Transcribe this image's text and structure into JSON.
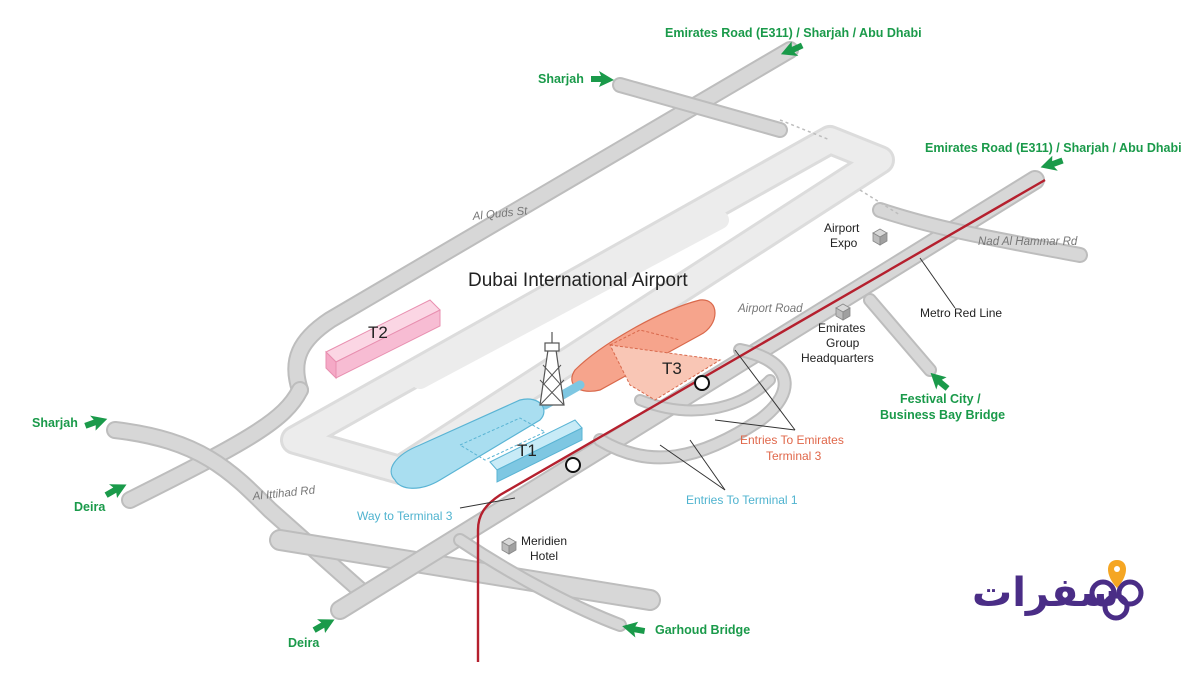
{
  "map": {
    "title": "Dubai International Airport",
    "terminals": {
      "t1": "T1",
      "t2": "T2",
      "t3": "T3"
    },
    "destinations": {
      "emirates_road_top": "Emirates Road (E311) / Sharjah / Abu Dhabi",
      "emirates_road_right": "Emirates Road (E311) / Sharjah / Abu Dhabi",
      "sharjah_top": "Sharjah",
      "sharjah_left": "Sharjah",
      "deira_left": "Deira",
      "deira_bottom": "Deira",
      "garhoud_bridge": "Garhoud Bridge",
      "festival_city_line1": "Festival City /",
      "festival_city_line2": "Business Bay Bridge"
    },
    "roads": {
      "al_quds": "Al Quds St",
      "al_ittihad": "Al Ittihad Rd",
      "airport_road": "Airport Road",
      "nad_al_hammar": "Nad Al Hammar Rd"
    },
    "poi": {
      "airport_expo_line1": "Airport",
      "airport_expo_line2": "Expo",
      "emirates_hq_line1": "Emirates",
      "emirates_hq_line2": "Group",
      "emirates_hq_line3": "Headquarters",
      "meridien_line1": "Meridien",
      "meridien_line2": "Hotel"
    },
    "annotations": {
      "metro": "Metro Red Line",
      "entries_t3_line1": "Entries To Emirates",
      "entries_t3_line2": "Terminal 3",
      "entries_t1": "Entries To Terminal 1",
      "way_t3": "Way to Terminal 3"
    },
    "colors": {
      "destination_green": "#1a9a4a",
      "metro_red": "#b5202e",
      "terminal_1_blue": "#a9def0",
      "terminal_2_pink": "#f7bcd3",
      "terminal_3_salmon": "#f6a48c",
      "road_grey": "#d7d7d7",
      "brand_purple": "#4a2d86",
      "brand_orange": "#f5a623"
    }
  },
  "brand": {
    "name": "سفرات",
    "logo_icon": "safarat-logo-icon"
  }
}
